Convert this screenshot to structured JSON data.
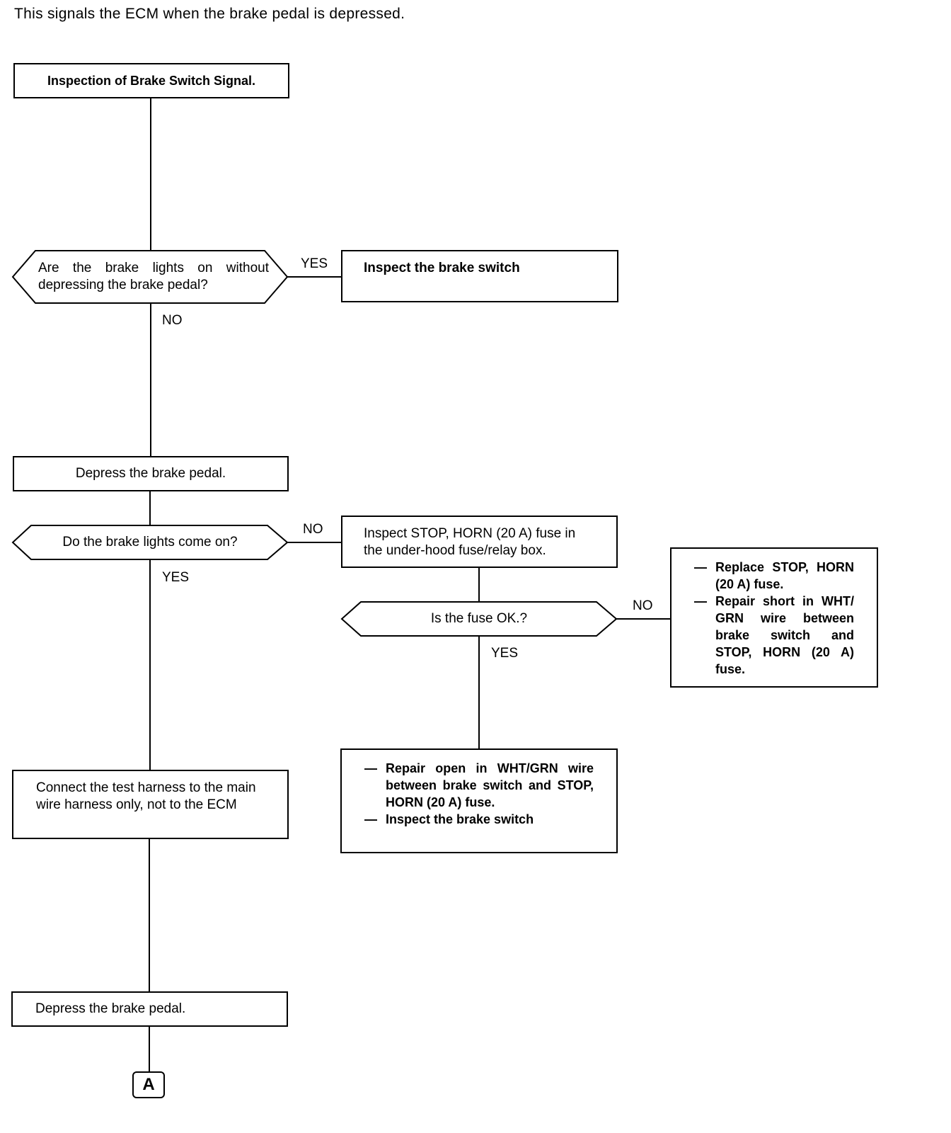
{
  "intro": "This signals the ECM when the brake pedal is depressed.",
  "steps": {
    "start": "Inspection of Brake Switch Signal.",
    "q1": "Are the brake lights on without depressing the brake pedal?",
    "q1_yes_label": "YES",
    "q1_yes_action": "Inspect the brake switch",
    "q1_no_label": "NO",
    "depress1": "Depress the brake pedal.",
    "q2": "Do the brake lights come on?",
    "q2_no_label": "NO",
    "q2_yes_label": "YES",
    "inspect_fuse": "Inspect STOP, HORN (20 A) fuse in the under-hood fuse/relay box.",
    "q3": "Is the fuse OK.?",
    "q3_no_label": "NO",
    "q3_yes_label": "YES",
    "fuse_bad_actions": [
      "Replace STOP, HORN (20 A) fuse.",
      "Repair short in WHT/ GRN wire between brake switch and STOP, HORN (20 A) fuse."
    ],
    "fuse_ok_actions": [
      "Repair open in WHT/GRN wire between brake switch and STOP, HORN (20 A) fuse.",
      "Inspect the brake switch"
    ],
    "connect_harness": "Connect the test harness to the main wire harness only, not to the ECM",
    "depress2": "Depress the brake pedal.",
    "connector": "A"
  }
}
